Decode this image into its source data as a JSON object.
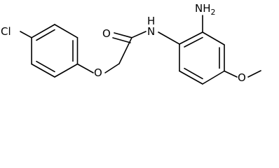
{
  "molecule": {
    "atoms": {
      "chloro": "Cl",
      "ether_oxygen": "O",
      "carbonyl_oxygen": "O",
      "amide_nitrogen": "N",
      "amide_hydrogen": "H",
      "amine": "NH",
      "amine_subscript": "2",
      "methoxy_oxygen": "O"
    }
  }
}
